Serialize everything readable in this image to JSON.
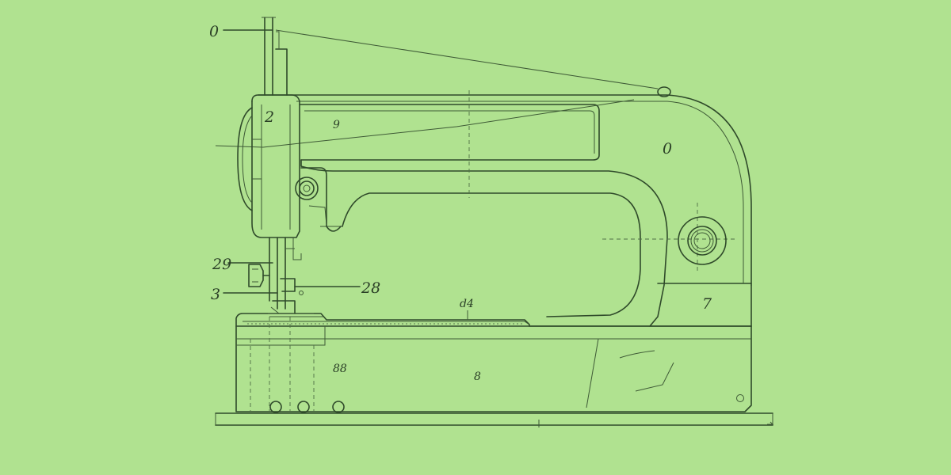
{
  "callouts": {
    "c0": "0",
    "c1": "2",
    "c2": "9",
    "c3": "0",
    "c4": "29",
    "c5": "3",
    "c6": "28",
    "c7": "d4",
    "c8": "7",
    "c9": "88",
    "c10": "8"
  },
  "colors": {
    "background": "#b0e290",
    "line": "#2f4a2a"
  }
}
